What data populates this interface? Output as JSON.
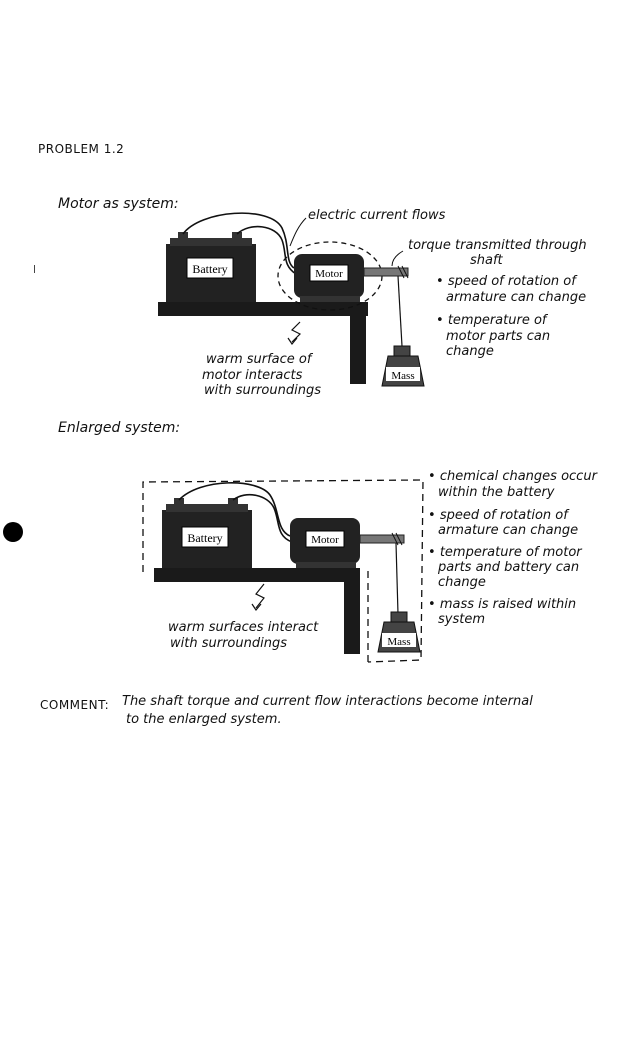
{
  "title": "PROBLEM 1.2",
  "section1": {
    "heading": "Motor as system:",
    "battery_label": "Battery",
    "motor_label": "Motor",
    "mass_label": "Mass",
    "current_note": "electric current flows",
    "torque_note": [
      "torque transmitted through",
      "shaft"
    ],
    "bullets": [
      [
        "speed of rotation of",
        "armature can change"
      ],
      [
        "temperature of",
        "motor parts can",
        "change"
      ]
    ],
    "heat_note": [
      "warm surface of",
      "motor interacts",
      "with surroundings"
    ]
  },
  "section2": {
    "heading": "Enlarged system:",
    "battery_label": "Battery",
    "motor_label": "Motor",
    "mass_label": "Mass",
    "bullets": [
      [
        "chemical changes occur",
        "within the battery"
      ],
      [
        "speed of rotation of",
        "armature can change"
      ],
      [
        "temperature of motor",
        "parts and battery can",
        "change"
      ],
      [
        "mass is raised within",
        "system"
      ]
    ],
    "heat_note": [
      "warm surfaces interact",
      "with surroundings"
    ]
  },
  "comment": {
    "label": "COMMENT:",
    "text": [
      "The shaft torque and current flow interactions become internal",
      "to the enlarged system."
    ]
  }
}
